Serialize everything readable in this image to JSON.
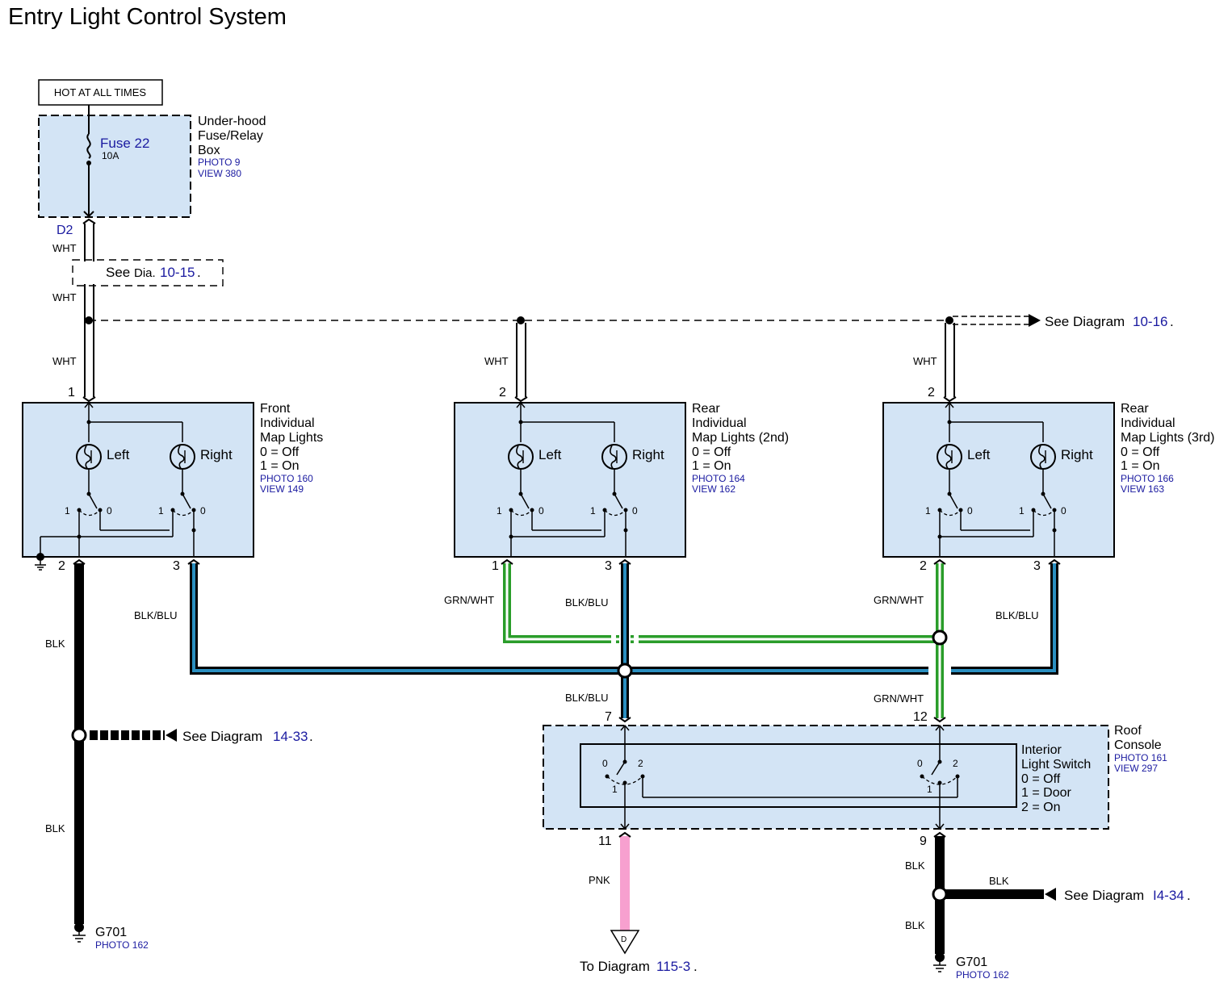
{
  "title": "Entry Light Control System",
  "hot_label": "HOT AT ALL TIMES",
  "fuse": {
    "name": "Fuse 22",
    "rating": "10A",
    "box_l1": "Under-hood",
    "box_l2": "Fuse/Relay",
    "box_l3": "Box",
    "photo": "PHOTO 9",
    "view": "VIEW 380",
    "pin": "D2"
  },
  "see_dia_top": {
    "prefix": "See",
    "mid": "Dia.",
    "link": "10-15",
    "suffix": "."
  },
  "see_diagram_1016": {
    "prefix": "See Diagram ",
    "link": "10-16",
    "suffix": "."
  },
  "see_diagram_1433": {
    "prefix": "See Diagram ",
    "link": "14-33",
    "suffix": "."
  },
  "see_diagram_1434": {
    "prefix": "See Diagram ",
    "link": "I4-34",
    "suffix": "."
  },
  "to_diagram": {
    "prefix": "To Diagram ",
    "link": "115-3",
    "suffix": "."
  },
  "connector_d": "D",
  "wires": {
    "wht": "WHT",
    "blk": "BLK",
    "blk_blu": "BLK/BLU",
    "grn_wht": "GRN/WHT",
    "pnk": "PNK"
  },
  "lamps": {
    "left": "Left",
    "right": "Right"
  },
  "switch_pos": {
    "one": "1",
    "zero": "0"
  },
  "front": {
    "l1": "Front",
    "l2": "Individual",
    "l3": "Map Lights",
    "l4": "0 = Off",
    "l5": "1 = On",
    "photo": "PHOTO 160",
    "view": "VIEW 149",
    "pin_top": "1",
    "pin_a": "2",
    "pin_b": "3"
  },
  "rear2": {
    "l1": "Rear",
    "l2": "Individual",
    "l3": "Map Lights (2nd)",
    "l4": "0 = Off",
    "l5": "1 = On",
    "photo": "PHOTO 164",
    "view": "VIEW 162",
    "pin_top": "2",
    "pin_a": "1",
    "pin_b": "3"
  },
  "rear3": {
    "l1": "Rear",
    "l2": "Individual",
    "l3": "Map Lights (3rd)",
    "l4": "0 = Off",
    "l5": "1 = On",
    "photo": "PHOTO 166",
    "view": "VIEW 163",
    "pin_top": "2",
    "pin_a": "2",
    "pin_b": "3"
  },
  "roof": {
    "l1": "Roof",
    "l2": "Console",
    "photo": "PHOTO 161",
    "view": "VIEW 297",
    "sw_l1": "Interior",
    "sw_l2": "Light Switch",
    "sw_l3": "0 = Off",
    "sw_l4": "1 = Door",
    "sw_l5": "2 = On",
    "pin_7": "7",
    "pin_12": "12",
    "pin_11": "11",
    "pin_9": "9",
    "pos0": "0",
    "pos1": "1",
    "pos2": "2"
  },
  "ground_left": {
    "name": "G701",
    "photo": "PHOTO 162"
  },
  "ground_right": {
    "name": "G701",
    "photo": "PHOTO 162"
  },
  "colors": {
    "box_fill": "#d3e4f5",
    "blk_blu_core": "#2b8fc0",
    "grn_wht": "#2a9d2a",
    "pnk": "#f7a0cf",
    "link": "#1a1aa0"
  }
}
